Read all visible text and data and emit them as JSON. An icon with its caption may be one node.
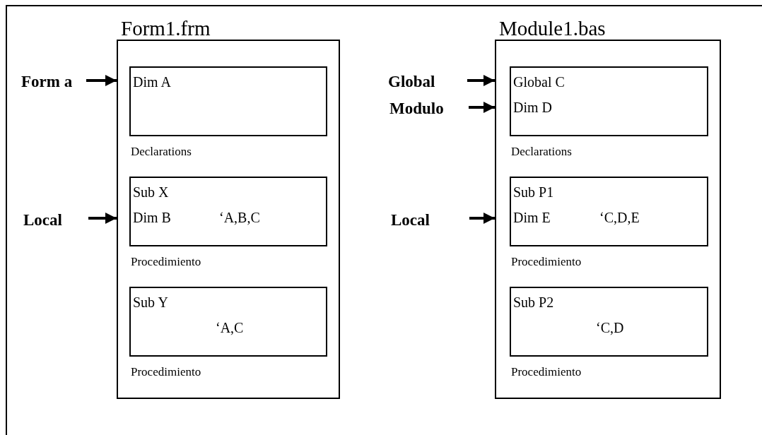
{
  "diagram": {
    "nodes": [
      {
        "text": [
          "Form1.frm"
        ]
      },
      {
        "text": [
          "Dim A"
        ],
        "in": 0,
        "beside": [
          "Declarations"
        ]
      },
      {
        "text": [
          "Sub X",
          "Dim B",
          "‘A,B,C"
        ],
        "in": 0,
        "beside": [
          "Procedimiento"
        ]
      },
      {
        "text": [
          "Sub Y",
          "‘A,C"
        ],
        "in": 0,
        "beside": [
          "Procedimiento"
        ]
      },
      {
        "text": [
          "Form a"
        ]
      },
      {
        "text": [
          "Local"
        ]
      },
      {
        "text": [
          "Module1.bas"
        ]
      },
      {
        "text": [
          "Global C",
          "Dim D"
        ],
        "in": 6,
        "beside": [
          "Declarations"
        ]
      },
      {
        "text": [
          "Sub P1",
          "Dim E",
          "‘C,D,E"
        ],
        "in": 6,
        "beside": [
          "Procedimiento"
        ]
      },
      {
        "text": [
          "Sub P2",
          "‘C,D"
        ],
        "in": 6,
        "beside": [
          "Procedimiento"
        ]
      },
      {
        "text": [
          "Global"
        ]
      },
      {
        "text": [
          "Modulo"
        ]
      },
      {
        "text": [
          "Local"
        ]
      }
    ],
    "edges": [
      {
        "from": 4,
        "to": 0,
        "arrow": "to"
      },
      {
        "from": 5,
        "to": 0,
        "arrow": "to"
      },
      {
        "from": 10,
        "to": 6,
        "arrow": "to"
      },
      {
        "from": 11,
        "to": 6,
        "arrow": "to"
      },
      {
        "from": 12,
        "to": 6,
        "arrow": "to"
      }
    ]
  }
}
